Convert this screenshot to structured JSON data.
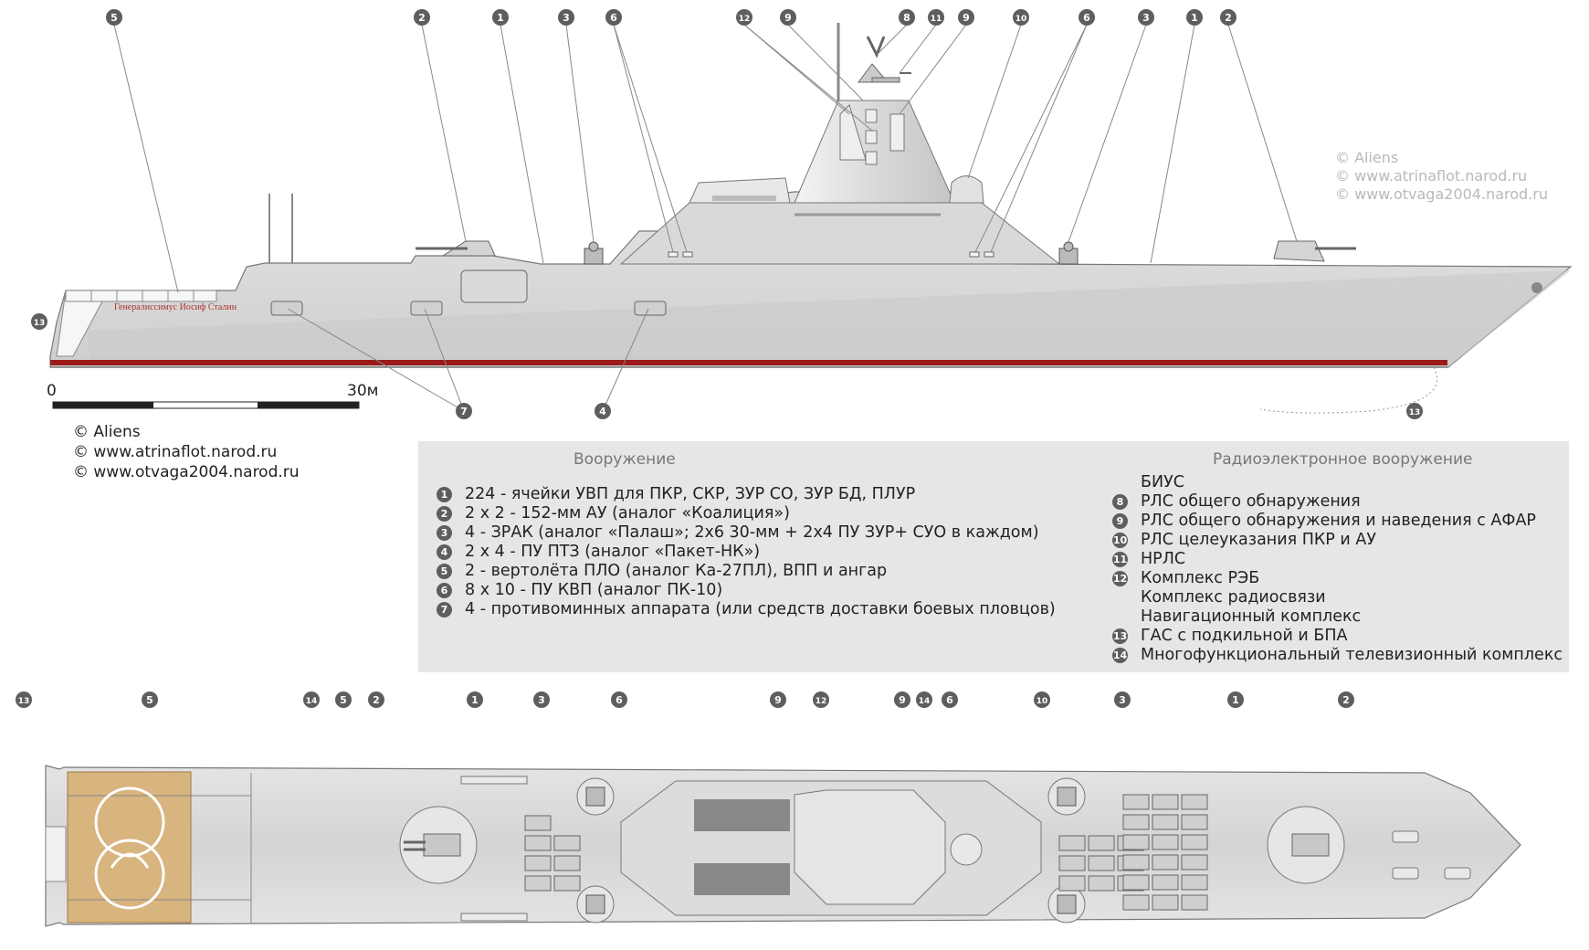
{
  "ship_name": "Генералиссимус Иосиф Сталин",
  "scale": {
    "start": "0",
    "end": "30м"
  },
  "credits": [
    "© Aliens",
    "© www.atrinaflot.narod.ru",
    "© www.otvaga2004.narod.ru"
  ],
  "watermark": [
    "© Aliens",
    "© www.atrinaflot.narod.ru",
    "© www.otvaga2004.narod.ru"
  ],
  "legend": {
    "armament_title": "Вооружение",
    "electronics_title": "Радиоэлектронное вооружение",
    "armament": [
      {
        "num": "1",
        "text": "224 - ячейки УВП для ПКР, СКР, ЗУР СО, ЗУР БД, ПЛУР"
      },
      {
        "num": "2",
        "text": "2 x 2 - 152-мм АУ (аналог «Коалиция»)"
      },
      {
        "num": "3",
        "text": "4 - ЗРАК (аналог «Палаш»; 2х6 30-мм + 2х4 ПУ ЗУР+ СУО в каждом)"
      },
      {
        "num": "4",
        "text": "2 x 4 - ПУ ПТЗ (аналог «Пакет-НК»)"
      },
      {
        "num": "5",
        "text": "2 - вертолёта ПЛО (аналог Ка-27ПЛ), ВПП и ангар"
      },
      {
        "num": "6",
        "text": "8 x 10 - ПУ КВП (аналог ПК-10)"
      },
      {
        "num": "7",
        "text": "4 - противоминных аппарата (или средств доставки боевых пловцов)"
      }
    ],
    "electronics": [
      {
        "num": "",
        "text": "БИУС"
      },
      {
        "num": "8",
        "text": "РЛС общего обнаружения"
      },
      {
        "num": "9",
        "text": "РЛС общего обнаружения и наведения с АФАР"
      },
      {
        "num": "10",
        "text": "РЛС целеуказания ПКР и АУ"
      },
      {
        "num": "11",
        "text": "НРЛС"
      },
      {
        "num": "12",
        "text": "Комплекс РЭБ"
      },
      {
        "num": "",
        "text": "Комплекс радиосвязи"
      },
      {
        "num": "",
        "text": "Навигационный комплекс"
      },
      {
        "num": "13",
        "text": "ГАС с подкильной и БПА"
      },
      {
        "num": "14",
        "text": "Многофункциональный телевизионный комплекс"
      }
    ]
  },
  "callouts": {
    "side_top": [
      "5",
      "2",
      "1",
      "3",
      "6",
      "12",
      "9",
      "8",
      "11",
      "9",
      "10",
      "6",
      "3",
      "1",
      "2"
    ],
    "side_bottom": [
      "7",
      "4",
      "13"
    ],
    "side_left": "13",
    "plan_top": [
      "13",
      "5",
      "14",
      "5",
      "2",
      "1",
      "3",
      "6",
      "9",
      "12",
      "9",
      "14",
      "6",
      "10",
      "3",
      "1",
      "2"
    ]
  },
  "colors": {
    "hull": "#dcdcdc",
    "waterline": "#9b1b1b",
    "helipad": "#d8b47e",
    "badge": "#5e5e5e"
  }
}
